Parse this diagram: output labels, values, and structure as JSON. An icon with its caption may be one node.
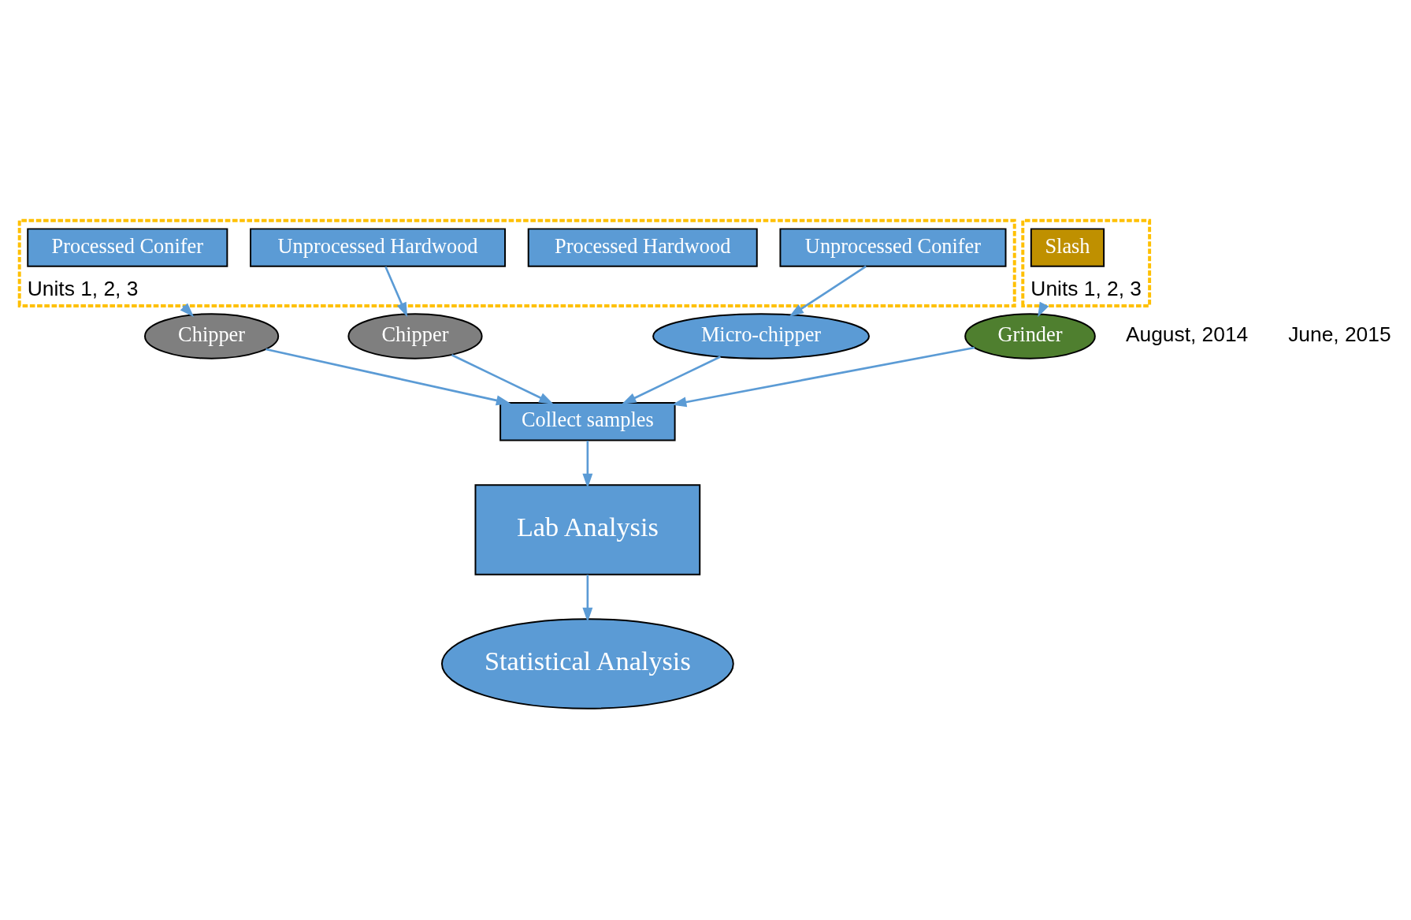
{
  "diagram": {
    "nodes": [
      {
        "text": [
          "Units 1, 2, 3"
        ]
      },
      {
        "text": [
          "Processed Conifer"
        ],
        "in": 0
      },
      {
        "text": [
          "Processed Hardwood"
        ],
        "in": 0
      },
      {
        "text": [
          "Unprocessed Hardwood"
        ],
        "in": 0
      },
      {
        "text": [
          "Unprocessed Conifer"
        ],
        "in": 0
      },
      {
        "text": [
          "Units 1, 2, 3"
        ]
      },
      {
        "text": [
          "Slash"
        ],
        "in": 5
      },
      {
        "text": [
          "Chipper"
        ]
      },
      {
        "text": [
          "Grinder"
        ]
      },
      {
        "text": [
          "Chipper"
        ]
      },
      {
        "text": [
          "Micro-chipper"
        ]
      },
      {
        "text": [
          "Collect samples"
        ]
      },
      {
        "text": [
          "Lab Analysis"
        ]
      },
      {
        "text": [
          "Statistical Analysis"
        ]
      }
    ],
    "edges": [
      {
        "from": 0,
        "to": 7,
        "arrow": "to"
      },
      {
        "from": 3,
        "to": 9,
        "arrow": "to"
      },
      {
        "from": 4,
        "to": 10,
        "arrow": "to"
      },
      {
        "from": 5,
        "to": 8,
        "arrow": "to"
      },
      {
        "from": 7,
        "to": 11,
        "arrow": "to"
      },
      {
        "from": 9,
        "to": 11,
        "arrow": "to"
      },
      {
        "from": 10,
        "to": 11,
        "arrow": "to"
      },
      {
        "from": 8,
        "to": 11,
        "arrow": "to"
      },
      {
        "from": 11,
        "to": 12,
        "arrow": "to"
      },
      {
        "from": 12,
        "to": 13,
        "arrow": "to"
      }
    ],
    "labels": [
      "August, 2014",
      "June, 2015"
    ]
  }
}
